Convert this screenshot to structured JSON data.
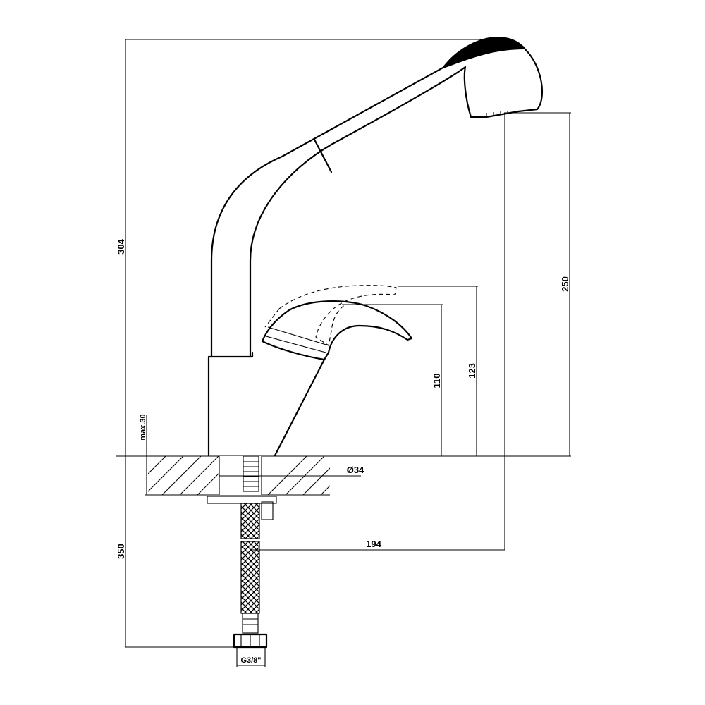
{
  "dimensions": {
    "total_height": "304",
    "spout_outlet_height": "250",
    "lever_high_height": "123",
    "lever_height": "110",
    "max_deck_thickness": "max.30",
    "hole_diameter": "Ø34",
    "spout_reach": "194",
    "hose_length": "350",
    "hose_thread": "G3/8\""
  }
}
